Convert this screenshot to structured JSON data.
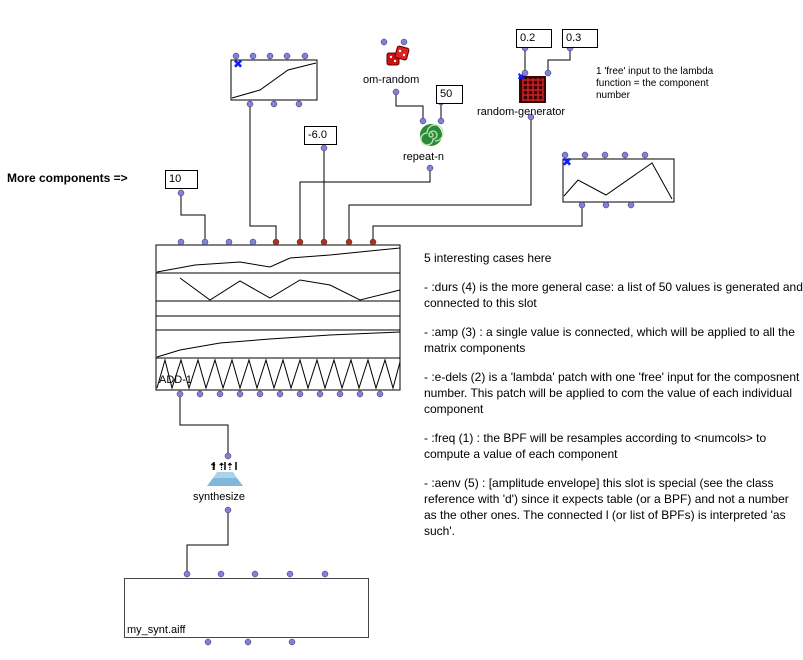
{
  "inputs": {
    "more_components_label": "More components =>",
    "numcols_value": "10",
    "amp_value": "-6.0",
    "repeat_count": "50",
    "random_min": "0.2",
    "random_max": "0.3"
  },
  "boxes": {
    "om_random": "om-random",
    "repeat_n": "repeat-n",
    "random_generator": "random-generator",
    "synthesize": "synthesize",
    "add_class": "ADD-1",
    "sound_file": "my_synt.aiff"
  },
  "notes": {
    "lambda_note": "1 'free' input to the lambda function = the component number"
  },
  "comment": {
    "intro": "5 interesting cases here",
    "durs": "- :durs (4) is the more general case: a list of 50 values is generated and connected to this slot",
    "amp": " - :amp (3) : a single value is connected, which will be applied to all the matrix components",
    "edels": "- :e-dels (2) is a 'lambda' patch with one 'free' input for the composnent number. This patch will be applied to com the value of each individual component",
    "freq": "- :freq (1) : the BPF will be resamples according to <numcols> to compute a value of each component",
    "aenv": "- :aenv (5) : [amplitude envelope] this slot is special (see the class reference with 'd') since it expects table (or a BPF) and not a number as the other ones. The connected l (or list of BPFs) is interpreted 'as such'."
  },
  "colors": {
    "inlet": "#8080e0",
    "inlet_active": "#b03020",
    "dice": "#cc1111",
    "spiral": "#2a8a3a",
    "grid": "#8b1010",
    "synth_icon": "#7fb8d8"
  }
}
